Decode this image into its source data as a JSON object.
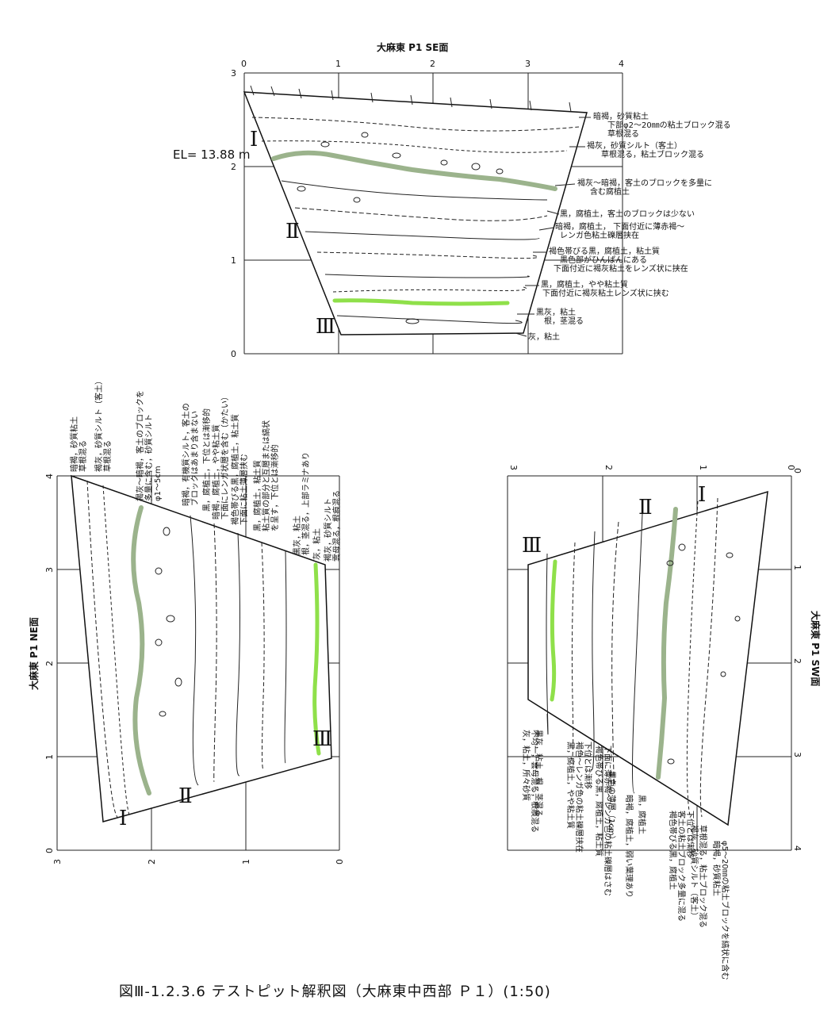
{
  "caption": "図Ⅲ-1.2.3.6 テストピット解釈図（大麻東中西部 Ｐ１）(1:50)",
  "panels": {
    "se": {
      "title": "大麻東 P1 SE面",
      "x_ticks": [
        "0",
        "1",
        "2",
        "3",
        "4"
      ],
      "y_ticks": [
        "3",
        "2",
        "1",
        "0"
      ],
      "elevation": "EL= 13.88 m",
      "units": [
        "Ⅰ",
        "Ⅱ",
        "Ⅲ"
      ],
      "annotations": [
        [
          "暗褐，砂質粘土",
          "下部φ2～20㎜の粘土ブロック混る",
          "草根混る"
        ],
        [
          "褐灰，砂質シルト（客土）",
          "草根混る，粘土ブロック混る"
        ],
        [
          "褐灰～暗褐，客土のブロックを多量に",
          "含む腐植土"
        ],
        [
          "黒，腐植土，客土のブロックは少ない"
        ],
        [
          "暗褐，腐植土， 下面付近に薄赤褐～",
          "レンガ色粘土礫層挟在"
        ],
        [
          "褐色帯びる黒，腐植土，粘土質",
          "黒色部がひんぱんにある",
          "下面付近に褐灰粘土をレンズ状に挟在"
        ],
        [
          "黒，腐植土，やや粘土質",
          "下面付近に褐灰粘土レンズ状に挟む"
        ],
        [
          "黒灰，粘土",
          "根，茎混る"
        ],
        [
          "灰，粘土"
        ]
      ]
    },
    "ne": {
      "title": "大麻東 P1 NE面",
      "x_ticks": [
        "3",
        "2",
        "1",
        "0"
      ],
      "y_ticks": [
        "4",
        "3",
        "2",
        "1",
        "0"
      ],
      "units": [
        "Ⅰ",
        "Ⅱ",
        "Ⅲ"
      ],
      "annotations": [
        [
          "暗褐，砂質粘土",
          "草根混る"
        ],
        [
          "褐灰，砂質シルト（客土）",
          "草根混る"
        ],
        [
          "褐灰～暗褐，客土のブロックを",
          "多量に含む，砂質シルト",
          "φ1～5cm"
        ],
        [
          "暗褐，有機質シルト，客土の",
          "ブロックはあまり含まない"
        ],
        [
          "黒，腐植土，下位とは漸移的"
        ],
        [
          "暗褐，腐植土，やや粘土質",
          "下面にレンガ状層を含む（かたい）"
        ],
        [
          "褐色帯びる黒，腐植土，粘土質",
          "下面に粘土薄層挟む"
        ],
        [
          "黒，腐植土，粘土質",
          "粘土質の部分と互層または縞状",
          "を呈す，下位とは漸移的"
        ],
        [
          "黒灰，粘土",
          "根，茎混る，上部ラミナあり"
        ],
        [
          "灰，粘土"
        ],
        [
          "褐灰，砂質シルト",
          "雲母混る，根痕混る"
        ]
      ]
    },
    "sw": {
      "title": "大麻東 P1 SW面",
      "x_ticks": [
        "0",
        "1",
        "2",
        "3",
        "4"
      ],
      "y_ticks": [
        "3",
        "2",
        "1",
        "0"
      ],
      "units": [
        "Ⅰ",
        "Ⅱ",
        "Ⅲ"
      ],
      "annotations": [
        [
          "暗褐，砂質粘土",
          "φ5～20㎜の粘土ブロックを縞状に含む"
        ],
        [
          "褐灰，砂質シルト（客土）",
          "草根混る，粘土ブロック混る"
        ],
        [
          "褐色帯びる黒，腐植土",
          "客土の粘土ブロック多量に混る",
          "下位とは漸移"
        ],
        [
          "黒，腐植土"
        ],
        [
          "暗褐，腐植土，弱い葉理あり"
        ],
        [
          "黒色の薄層（1cm）"
        ],
        [
          "褐色帯びる黒，腐植土，粘土質",
          "下面に薄赤褐～レンガ色の粘土礫層はさむ"
        ],
        [
          "黒，腐植土，やや粘土質",
          "褐色～レンガ色の粘土礫層挟在",
          "下位とは漸移"
        ],
        [
          "黒灰，粘土，根，茎混る"
        ],
        [
          "灰，粘土，所々砂質",
          "不均一，雲母混る，根痕混る"
        ]
      ]
    }
  },
  "colors": {
    "marker_gray_green": "#9bb38c",
    "marker_bright_green": "#8fe04a",
    "ink": "#111111"
  }
}
